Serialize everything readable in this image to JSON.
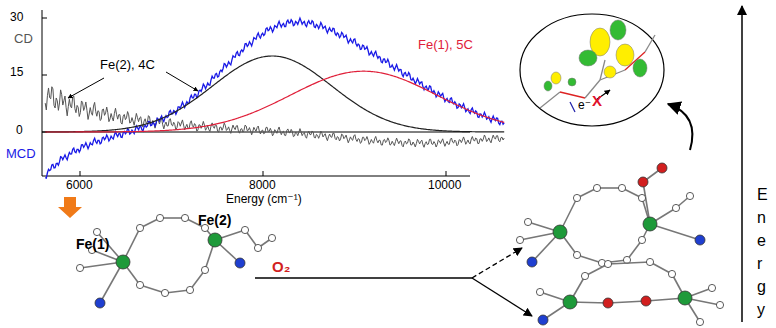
{
  "diagram": {
    "labels": [
      "30",
      "15",
      "0",
      "CD",
      "Fe(2), 4C",
      "Fe(1), 5C",
      "MCD",
      "6000",
      "8000",
      "10000",
      "Energy (cm⁻¹)",
      "Fe(1)",
      "Fe(2)",
      "O₂",
      "e⁻",
      "X",
      "E",
      "n",
      "e",
      "r",
      "g",
      "y"
    ]
  }
}
